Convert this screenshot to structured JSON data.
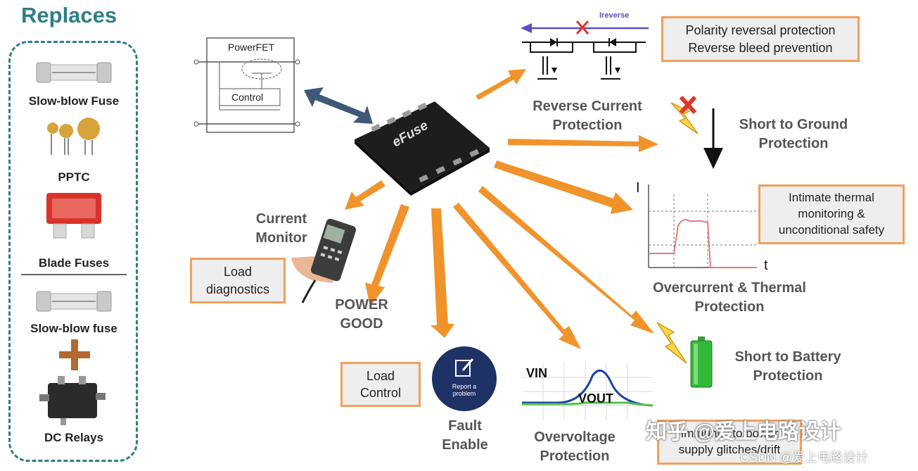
{
  "replaces": {
    "title": "Replaces",
    "items": [
      "Slow-blow Fuse",
      "PPTC",
      "Blade Fuses",
      "Slow-blow fuse",
      "DC Relays"
    ]
  },
  "chip": {
    "label": "eFuse"
  },
  "schematic": {
    "powerfet": "PowerFET",
    "control": "Control"
  },
  "reverse": {
    "ireverse": "Ireverse",
    "label_line1": "Reverse Current",
    "label_line2": "Protection"
  },
  "polarity_box": {
    "line1": "Polarity reversal protection",
    "line2": "Reverse bleed prevention"
  },
  "short_ground": {
    "line1": "Short to Ground",
    "line2": "Protection"
  },
  "thermal_box": {
    "line1": "Intimate thermal",
    "line2": "monitoring &",
    "line3": "unconditional safety"
  },
  "overcurrent_chart": {
    "y_axis": "I",
    "x_axis": "t"
  },
  "overcurrent": {
    "line1": "Overcurrent & Thermal",
    "line2": "Protection"
  },
  "short_battery": {
    "line1": "Short to Battery",
    "line2": "Protection"
  },
  "immunity_box": {
    "line1": "Immunity to power",
    "line2": "supply glitches/drift"
  },
  "overvoltage_chart": {
    "vin": "VIN",
    "vout": "VOUT"
  },
  "overvoltage": {
    "line1": "Overvoltage",
    "line2": "Protection"
  },
  "fault": {
    "line1": "Fault",
    "line2": "Enable",
    "badge_line1": "Report a",
    "badge_line2": "problem"
  },
  "load_control_box": {
    "line1": "Load",
    "line2": "Control"
  },
  "power_good": {
    "line1": "POWER",
    "line2": "GOOD"
  },
  "current_monitor": {
    "line1": "Current",
    "line2": "Monitor"
  },
  "load_diag_box": {
    "line1": "Load",
    "line2": "diagnostics"
  },
  "watermark": {
    "main": "知乎 @爱上电路设计",
    "sub": "CSDN @爱上电路设计"
  },
  "colors": {
    "accent_orange": "#f0932b",
    "teal": "#2e7f86",
    "box_border": "#f0a05c",
    "navy_arrow": "#3f5878"
  }
}
